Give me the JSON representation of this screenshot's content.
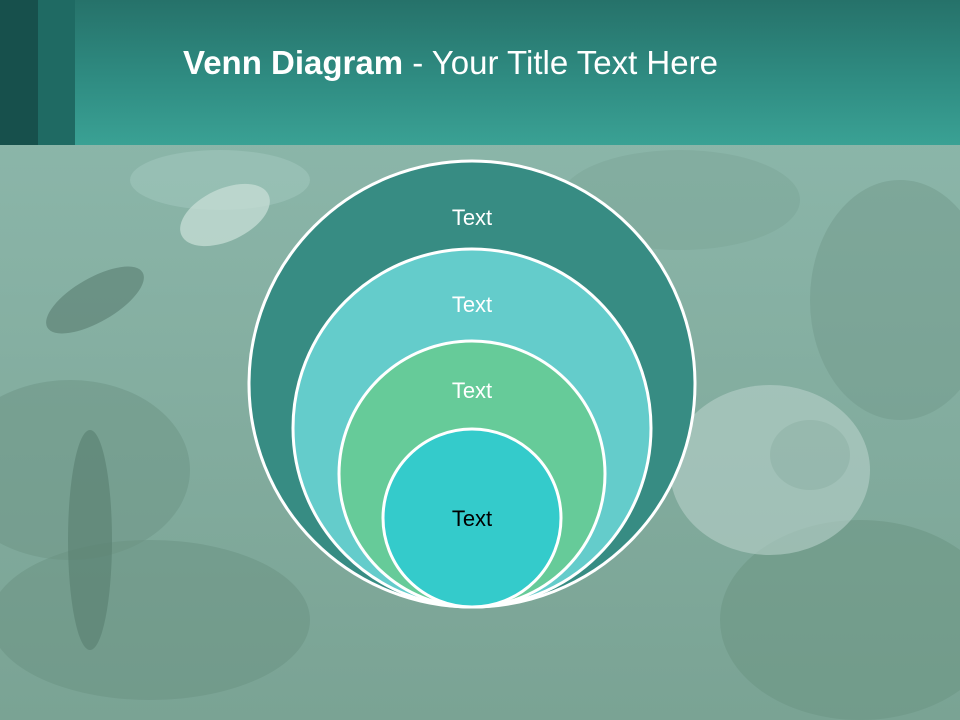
{
  "slide": {
    "title_bold": "Venn Diagram",
    "title_rest": " - Your Title Text Here"
  },
  "diagram": {
    "circles": [
      {
        "label": "Text",
        "fill": "#378c83",
        "text_color": "#ffffff"
      },
      {
        "label": "Text",
        "fill": "#64cccb",
        "text_color": "#ffffff"
      },
      {
        "label": "Text",
        "fill": "#66cb99",
        "text_color": "#ffffff"
      },
      {
        "label": "Text",
        "fill": "#34cbcb",
        "text_color": "#000000"
      }
    ]
  },
  "colors": {
    "header_dark": "#17504c",
    "header_mid": "#2f8c82",
    "outline": "#ffffff"
  }
}
